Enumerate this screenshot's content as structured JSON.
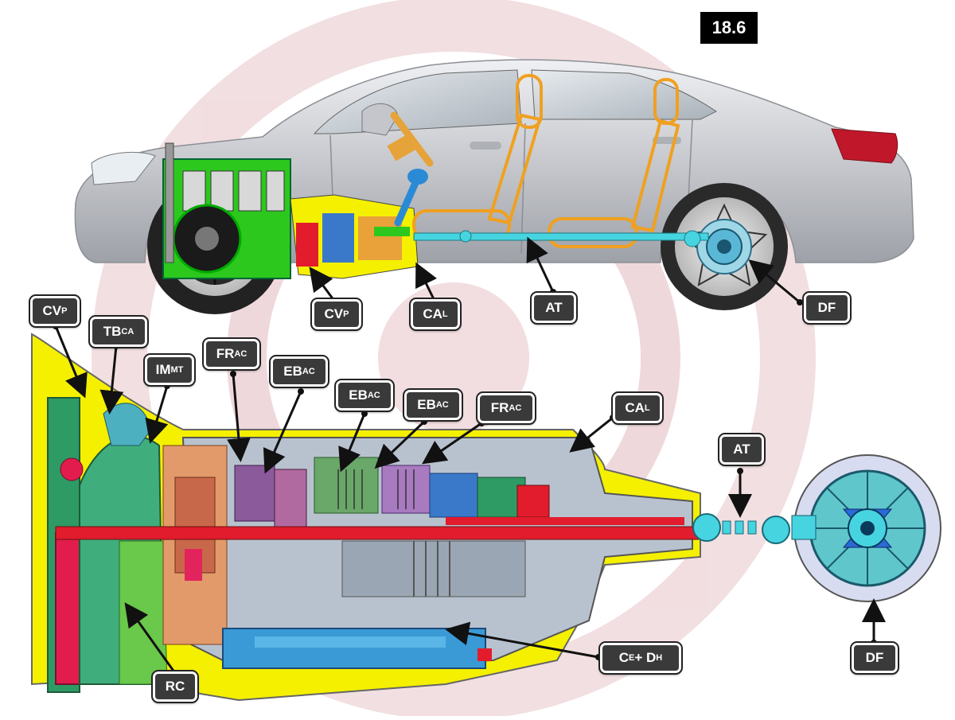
{
  "figure_number": "18.6",
  "colors": {
    "car_body": "#c9cbd1",
    "housing": "#f4f000",
    "engine_block": "#2cc81e",
    "shaft": "#e21c2c",
    "driveshaft": "#46d4e0",
    "seat_outline": "#f0a020",
    "label_bg": "#3a3a3a",
    "watermark": "#e8c4c8"
  },
  "labels": {
    "cvp_car": {
      "main": "CV",
      "sub": "P"
    },
    "cal_car": {
      "main": "CA",
      "sub": "L"
    },
    "at_car": {
      "main": "AT",
      "sub": ""
    },
    "df_car": {
      "main": "DF",
      "sub": ""
    },
    "cvp": {
      "main": "CV",
      "sub": "P"
    },
    "tbca": {
      "main": "TB",
      "sub": "CA"
    },
    "immt": {
      "main": "IM",
      "sub": "MT"
    },
    "frac1": {
      "main": "FR",
      "sub": "AC"
    },
    "ebac1": {
      "main": "EB",
      "sub": "AC"
    },
    "ebac2": {
      "main": "EB",
      "sub": "AC"
    },
    "ebac3": {
      "main": "EB",
      "sub": "AC"
    },
    "frac2": {
      "main": "FR",
      "sub": "AC"
    },
    "cal": {
      "main": "CA",
      "sub": "L"
    },
    "at": {
      "main": "AT",
      "sub": ""
    },
    "df": {
      "main": "DF",
      "sub": ""
    },
    "rc": {
      "main": "RC",
      "sub": ""
    },
    "ce_dh": {
      "main1": "C",
      "sub1": "E",
      "plus": " + D",
      "sub2": "H"
    }
  }
}
